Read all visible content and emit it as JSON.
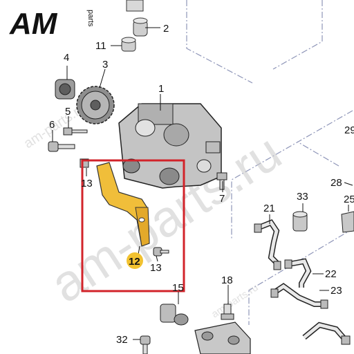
{
  "logo": {
    "brand": "AM",
    "suffix": "parts"
  },
  "watermark": {
    "main": "am-parts.ru",
    "small": "am-parts.ru"
  },
  "callouts": {
    "c1": "1",
    "c2": "2",
    "c3": "3",
    "c4": "4",
    "c5": "5",
    "c6": "6",
    "c7": "7",
    "c11": "11",
    "c12": "12",
    "c13a": "13",
    "c13b": "13",
    "c15": "15",
    "c18": "18",
    "c21": "21",
    "c22": "22",
    "c23": "23",
    "c25": "25",
    "c28": "28",
    "c29": "29",
    "c32": "32",
    "c33": "33"
  },
  "colors": {
    "highlight_frame": "#d2232a",
    "highlight_badge": "#f2c230",
    "highlight_part": "#f0be3a"
  }
}
